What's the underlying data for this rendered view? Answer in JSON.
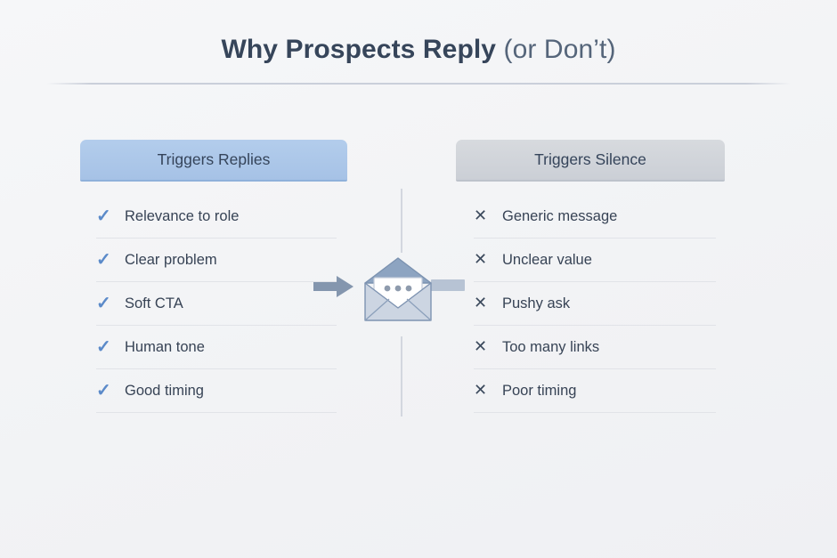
{
  "slide": {
    "title_strong": "Why Prospects Reply",
    "title_light": " (or Don’t)",
    "background_color": "#f3f4f6",
    "accent_blue": "#a6c2e6",
    "accent_gray": "#cbcfd6",
    "check_color": "#5b8ac9",
    "x_color": "#3c4a5d",
    "rule_color": "#c8cdd8"
  },
  "columns": [
    {
      "id": "triggers-replies",
      "header": "Triggers Replies",
      "mark_icon": "check-icon",
      "mark_glyph": "✓",
      "items": [
        "Relevance to role",
        "Clear problem",
        "Soft CTA",
        "Human tone",
        "Good timing"
      ]
    },
    {
      "id": "triggers-silence",
      "header": "Triggers Silence",
      "mark_icon": "x-icon",
      "mark_glyph": "✕",
      "items": [
        "Generic message",
        "Unclear value",
        "Pushy ask",
        "Too many links",
        "Poor timing"
      ]
    }
  ],
  "center": {
    "envelope_icon": "open-envelope-icon",
    "arrow_in_icon": "arrow-right-icon",
    "bar_out_icon": "connector-bar-icon",
    "dots_count": 3,
    "envelope_flap_color": "#8da4c1",
    "envelope_body_color": "#ccd5e2"
  }
}
